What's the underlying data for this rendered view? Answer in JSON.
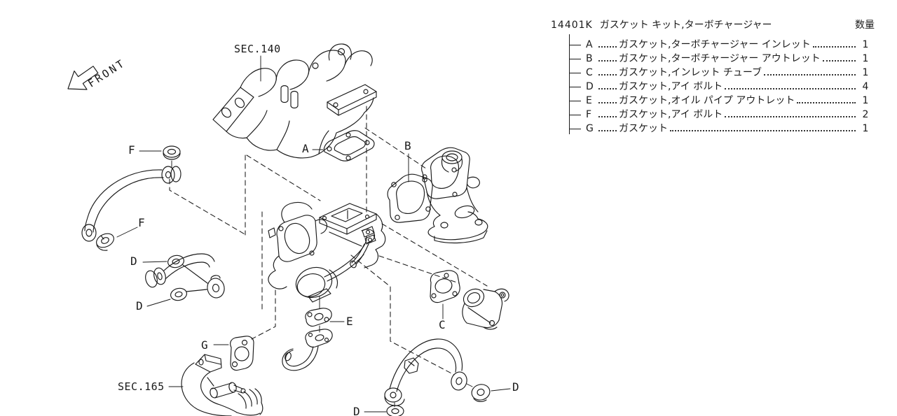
{
  "header": {
    "part_code": "14401K",
    "kit_name": "ガスケット キット,ターボチャージャー",
    "qty_label": "数量"
  },
  "parts": [
    {
      "letter": "A",
      "name": "ガスケット,ターボチャージャー インレット",
      "qty": "1"
    },
    {
      "letter": "B",
      "name": "ガスケット,ターボチャージャー アウトレット",
      "qty": "1"
    },
    {
      "letter": "C",
      "name": "ガスケット,インレット チューブ",
      "qty": "1"
    },
    {
      "letter": "D",
      "name": "ガスケット,アイ ボルト",
      "qty": "4"
    },
    {
      "letter": "E",
      "name": "ガスケット,オイル パイプ アウトレット",
      "qty": "1"
    },
    {
      "letter": "F",
      "name": "ガスケット,アイ ボルト",
      "qty": "2"
    },
    {
      "letter": "G",
      "name": "ガスケット",
      "qty": "1"
    }
  ],
  "diagram": {
    "front_label": "FRONT",
    "sec_140": "SEC.140",
    "sec_165": "SEC.165",
    "callouts": {
      "a": "A",
      "b": "B",
      "c": "C",
      "d": "D",
      "e": "E",
      "f": "F",
      "g": "G"
    },
    "line_color": "#1a1a1a",
    "background": "#ffffff"
  }
}
